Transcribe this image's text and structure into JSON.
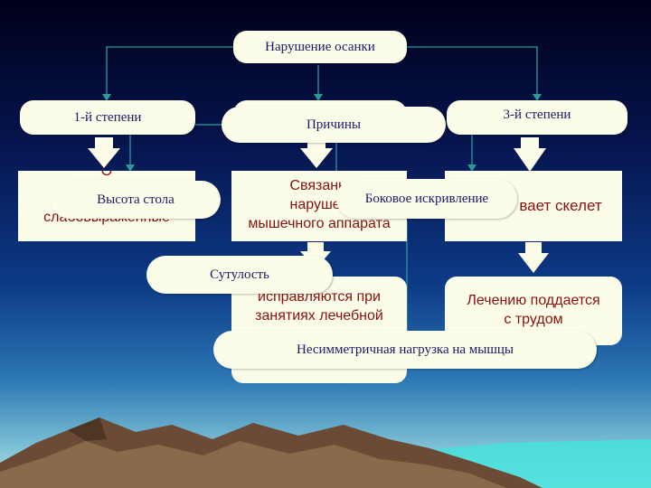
{
  "nodes": {
    "root": "Нарушение осанки",
    "degree_1": "1-й степени",
    "degree_2": "",
    "degree_3": "3-й степени",
    "causes": "Причины",
    "card_left": {
      "line_1": "О",
      "line_2": "слабовыраженные"
    },
    "card_middle": {
      "line_1": "Связаны",
      "line_2": "нарушен",
      "line_3": "мышечного аппарата"
    },
    "card_right": {
      "text": "вает скелет"
    },
    "correctable": {
      "line_1": "исправляются при",
      "line_2": "занятиях лечебной"
    },
    "treatable": {
      "line_1": "Лечению поддается",
      "line_2": "с трудом"
    }
  },
  "causes_list": {
    "desk_height": "Высота стола",
    "lateral_curvature": "Боковое искривление",
    "stoop": "Сутулость",
    "asymmetric_load": "Несимметричная нагрузка на мышцы"
  },
  "colors": {
    "box_fill": "#fbfde9",
    "pill_text": "#1a1a66",
    "card_text": "#8a1010",
    "connector": "#2a9a9a"
  }
}
